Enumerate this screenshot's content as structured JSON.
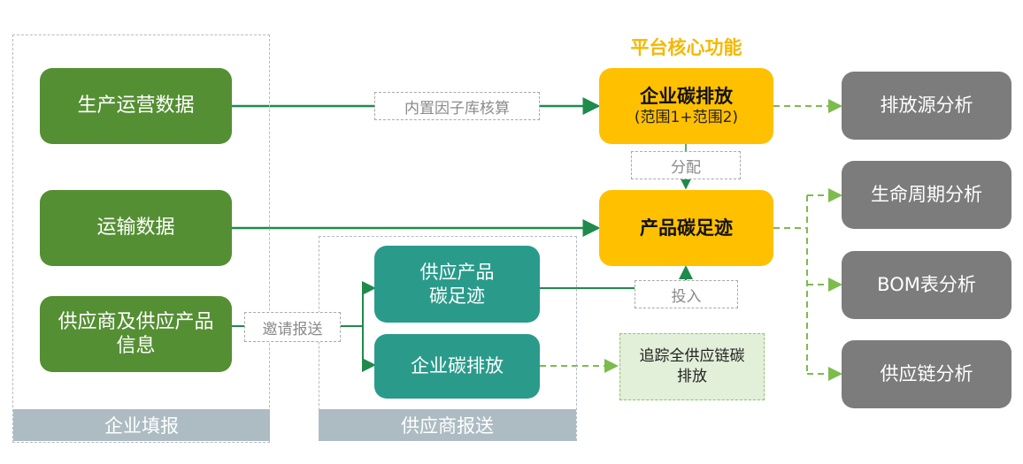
{
  "title": "平台核心功能",
  "groups": {
    "enterprise": "企业填报",
    "supplier": "供应商报送"
  },
  "inputs": {
    "production": "生产运营数据",
    "transport": "运输数据",
    "supplier_info_line1": "供应商及供应产品",
    "supplier_info_line2": "信息"
  },
  "supplier_nodes": {
    "product_fp_line1": "供应产品",
    "product_fp_line2": "碳足迹",
    "enterprise_emission": "企业碳排放"
  },
  "core": {
    "enterprise_emission": "企业碳排放",
    "enterprise_scope": "(范围1+范围2)",
    "product_footprint": "产品碳足迹"
  },
  "edge_labels": {
    "factor_lib": "内置因子库核算",
    "allocate": "分配",
    "invite": "邀请报送",
    "input": "投入"
  },
  "trace": {
    "line1": "追踪全供应链碳",
    "line2": "排放"
  },
  "outputs": [
    "排放源分析",
    "生命周期分析",
    "BOM表分析",
    "供应链分析"
  ],
  "colors": {
    "input_green": "#558f34",
    "supplier_teal": "#2a9b8b",
    "core_yellow": "#ffc000",
    "output_grey": "#7c7c7c",
    "solid_line": "#1f8a4c",
    "dashed_line": "#7dbb4d"
  }
}
